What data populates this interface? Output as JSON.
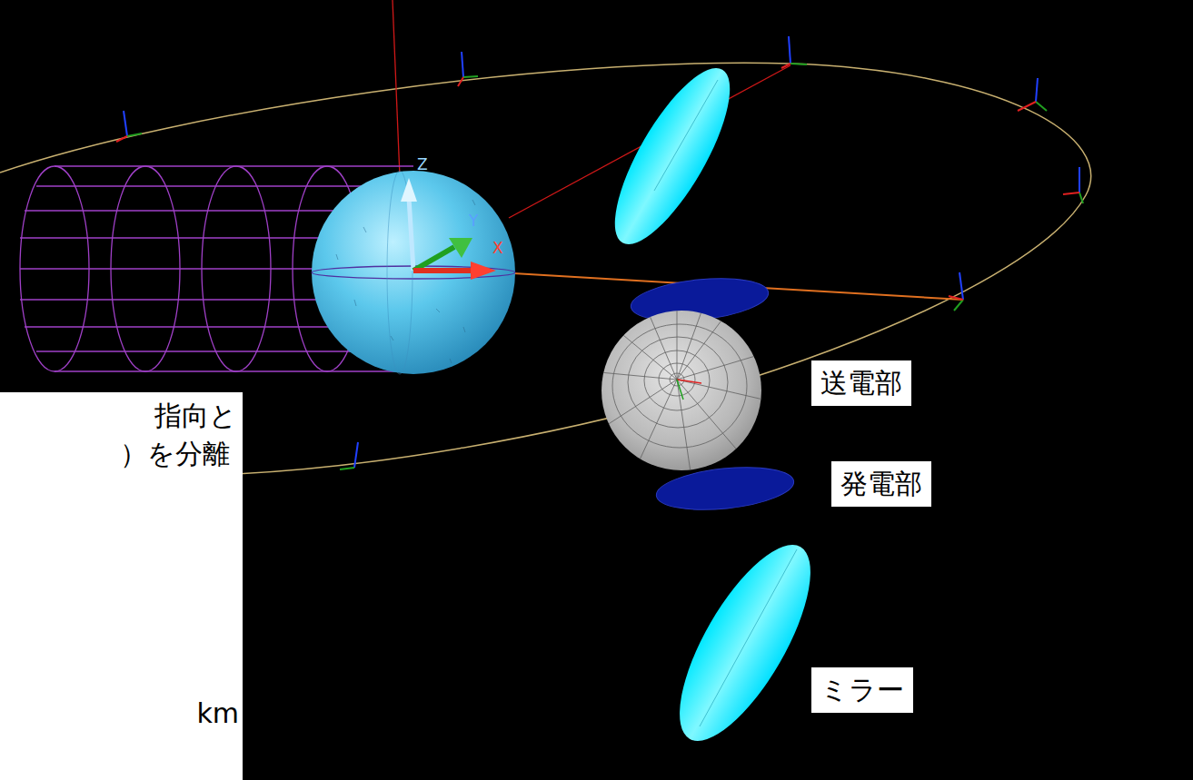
{
  "diagram": {
    "nodes": [
      {
        "text": [
          "送電部"
        ]
      },
      {
        "text": [
          "指向と",
          "）を分離",
          "km"
        ]
      },
      {
        "text": [
          "発電部"
        ]
      },
      {
        "text": [
          "ミラー"
        ]
      }
    ],
    "labels": [
      "Z",
      "Y",
      "X"
    ]
  }
}
